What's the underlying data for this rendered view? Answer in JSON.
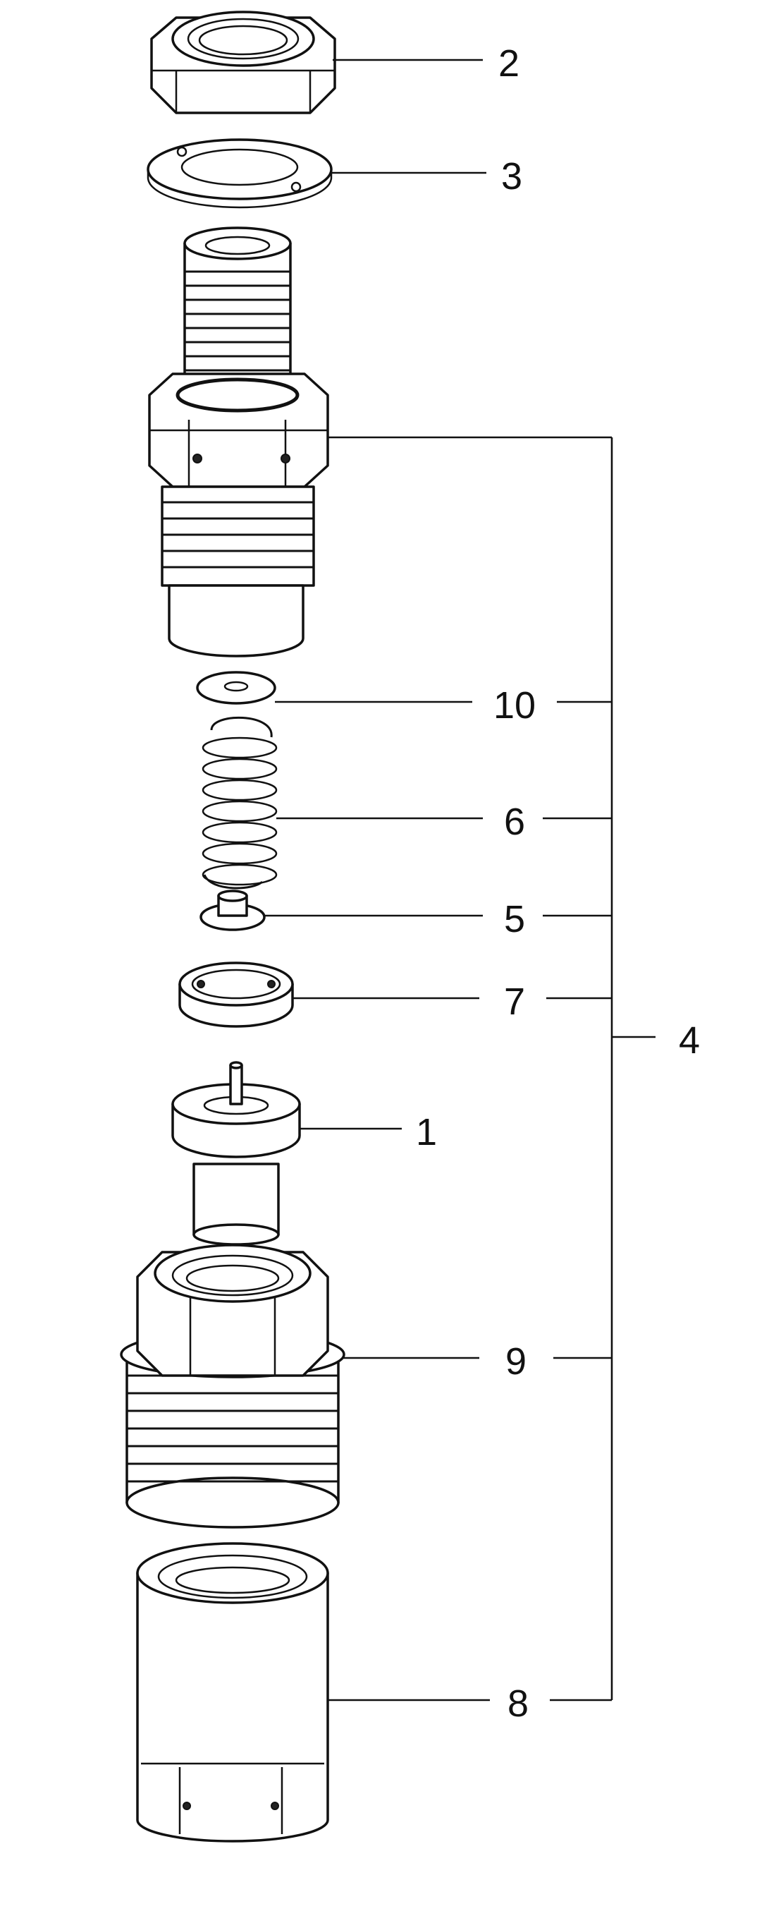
{
  "callouts": [
    {
      "id": "p2",
      "label": "2"
    },
    {
      "id": "p3",
      "label": "3"
    },
    {
      "id": "p10",
      "label": "10"
    },
    {
      "id": "p6",
      "label": "6"
    },
    {
      "id": "p5",
      "label": "5"
    },
    {
      "id": "p7",
      "label": "7"
    },
    {
      "id": "p4",
      "label": "4"
    },
    {
      "id": "p1",
      "label": "1"
    },
    {
      "id": "p9",
      "label": "9"
    },
    {
      "id": "p8",
      "label": "8"
    }
  ]
}
